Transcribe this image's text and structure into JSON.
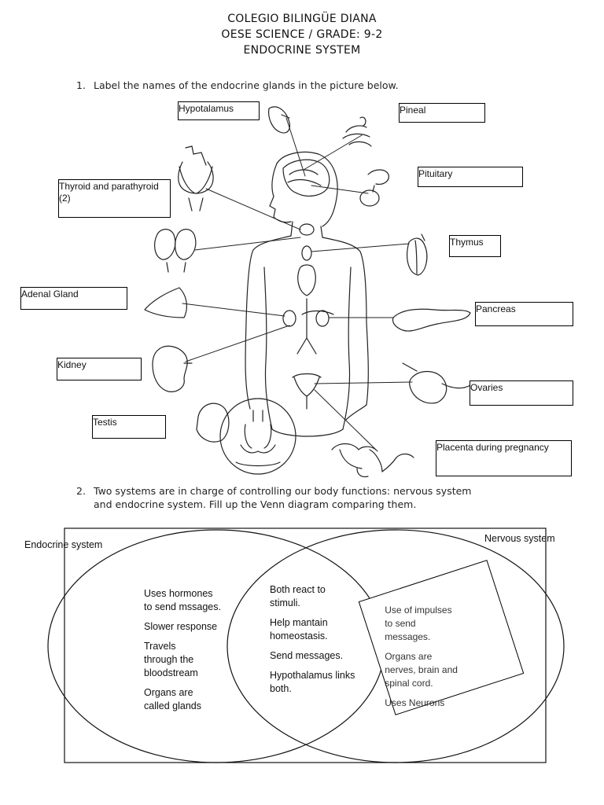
{
  "header": {
    "line1": "COLEGIO BILINGÜE DIANA",
    "line2": "OESE SCIENCE / GRADE: 9-2",
    "line3": "ENDOCRINE SYSTEM"
  },
  "question1": {
    "number": "1.",
    "text": "Label the names of the endocrine glands in the picture below."
  },
  "labels": {
    "hypotalamus": "Hypotalamus",
    "pineal": "Pineal",
    "pituitary": "Pituitary",
    "thyroid_line1": "Thyroid and parathyroid",
    "thyroid_line2": "(2)",
    "thymus": "Thymus",
    "adrenal": "Adenal Gland",
    "pancreas": "Pancreas",
    "kidney": "Kidney",
    "ovaries": "Ovaries",
    "testis": "Testis",
    "placenta": "Placenta during pregnancy"
  },
  "question2": {
    "number": "2.",
    "line1": "Two systems are in charge of controlling our body functions: nervous system",
    "line2": "and endocrine system. Fill up the Venn diagram comparing them."
  },
  "venn": {
    "left_title": "Endocrine system",
    "right_title": "Nervous system",
    "left": {
      "item1_l1": "Uses hormones",
      "item1_l2": "to send mssages.",
      "item2": "Slower response",
      "item3_l1": "Travels",
      "item3_l2": "through the",
      "item3_l3": "bloodstream",
      "item4_l1": "Organs are",
      "item4_l2": "called glands"
    },
    "middle": {
      "item1_l1": "Both react to",
      "item1_l2": "stimuli.",
      "item2_l1": "Help mantain",
      "item2_l2": "homeostasis.",
      "item3": "Send messages.",
      "item4_l1": "Hypothalamus links",
      "item4_l2": "both."
    },
    "right": {
      "item1_l1": "Use of impulses",
      "item1_l2": "to send",
      "item1_l3": "messages.",
      "item2_l1": "Organs are",
      "item2_l2": "nerves, brain and",
      "item2_l3": "spinal cord.",
      "item3": "Uses Neurons"
    }
  }
}
